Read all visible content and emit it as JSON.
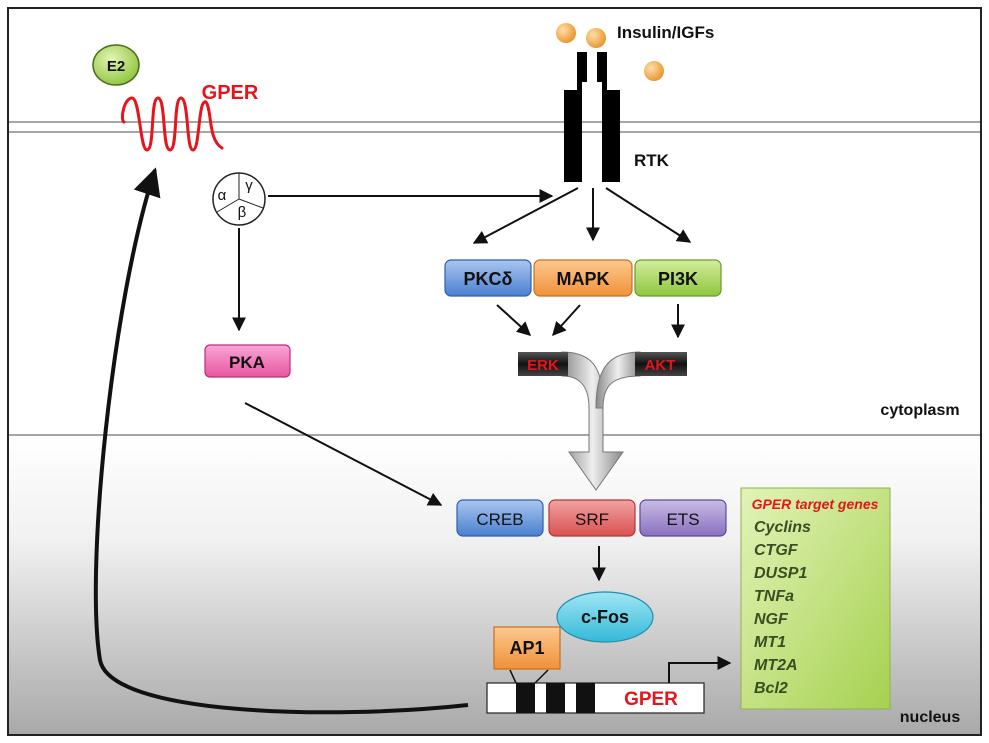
{
  "ligands": {
    "e2": "E2",
    "insulin": "Insulin/IGFs"
  },
  "receptors": {
    "gper": "GPER",
    "rtk": "RTK"
  },
  "g_protein": {
    "alpha": "α",
    "gamma": "γ",
    "beta": "β"
  },
  "kinases": {
    "pka": "PKA",
    "pkcd": "PKCδ",
    "mapk": "MAPK",
    "pi3k": "PI3K",
    "erk": "ERK",
    "akt": "AKT"
  },
  "compartments": {
    "cytoplasm": "cytoplasm",
    "nucleus": "nucleus"
  },
  "transcription_factors": {
    "creb": "CREB",
    "srf": "SRF",
    "ets": "ETS",
    "cfos": "c-Fos",
    "ap1": "AP1"
  },
  "gene": {
    "label": "GPER"
  },
  "target_genes": {
    "title": "GPER target genes",
    "items": [
      "Cyclins",
      "CTGF",
      "DUSP1",
      "TNFa",
      "NGF",
      "MT1",
      "MT2A",
      "Bcl2"
    ]
  },
  "colors": {
    "gper_red": "#e8141c",
    "pka_pink": "#f06bb8",
    "pkc_blue": "#5a8fd8",
    "mapk_orange": "#f5a350",
    "pi3k_green": "#9ccc4a",
    "creb_blue": "#5a8fd8",
    "srf_red": "#e36a6a",
    "ets_purple": "#9b86c8",
    "cfos_cyan": "#5ccfe6",
    "ap1_orange": "#f5a350",
    "target_green": "#b8dc72",
    "e2_green": "#b3d96a"
  }
}
